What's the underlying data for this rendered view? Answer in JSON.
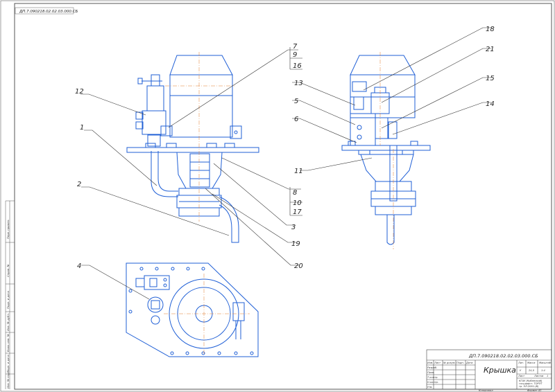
{
  "stamp_code_rotated": "ДП.7.090218.02.02.03.000.СБ",
  "part_labels": {
    "p1": "1",
    "p2": "2",
    "p3": "3",
    "p4": "4",
    "p5": "5",
    "p6": "6",
    "p7": "7",
    "p8": "8",
    "p9": "9",
    "p10": "10",
    "p11": "11",
    "p12": "12",
    "p13": "13",
    "p14": "14",
    "p15": "15",
    "p16": "16",
    "p17": "17",
    "p18": "18",
    "p19": "19",
    "p20": "20",
    "p21": "21"
  },
  "title_block": {
    "doc_code": "ДП.7.090218.02.02.03.000.СБ",
    "title": "Крышка",
    "col_izm": "Изм.",
    "col_list": "Лист",
    "col_ndoc": "№ докум.",
    "col_podp": "Подп.",
    "col_data": "Дата",
    "row_razrab": "Разраб.",
    "row_prov": "Пров.",
    "row_tkontr": "Т.контр.",
    "row_nkontr": "Н.контр.",
    "row_utv": "Утв.",
    "lit": "Лит.",
    "massa": "Масса",
    "masshtab": "Масштаб",
    "lit_value": "У",
    "massa_value": "24,0",
    "masshtab_value": "1:4",
    "list_label": "Лист",
    "listov_label": "Листов",
    "listov_value": "1",
    "org_line1": "КГАУ (Кубанский)",
    "org_line2": "государст. ТОРЭТ",
    "org_line3": "гр. ЭЛ-2001-(б)",
    "kopiroval": "Копировал",
    "format": "Формат",
    "format_value": "А1"
  },
  "side_strip": {
    "perv_primen": "Перв. примен.",
    "sprav_no": "Справ. №",
    "podp_data_1": "Подп. и дата",
    "inv_dubl": "Инв. № дубл.",
    "vzam_inv": "Взам. инв. №",
    "podp_data_2": "Подп. и дата",
    "inv_podl": "Инв. № подл."
  },
  "colors": {
    "line": "#1f5fd6",
    "border": "#555555",
    "leader": "#333333"
  }
}
